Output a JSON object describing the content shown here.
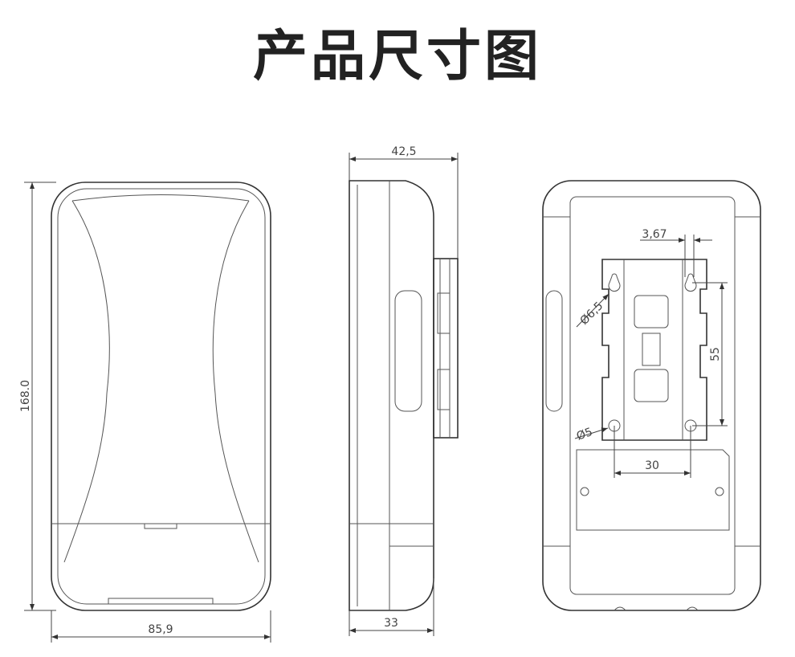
{
  "title": "产品尺寸图",
  "dimensions": {
    "front_height": "168.0",
    "front_width": "85,9",
    "side_depth_total": "42,5",
    "side_depth_body": "33",
    "hole_offset": "3,67",
    "keyhole_diameter": "Ø6,5",
    "hole_vertical_spacing": "55",
    "hole_diameter": "Ø5",
    "hole_horizontal_spacing": "30"
  }
}
